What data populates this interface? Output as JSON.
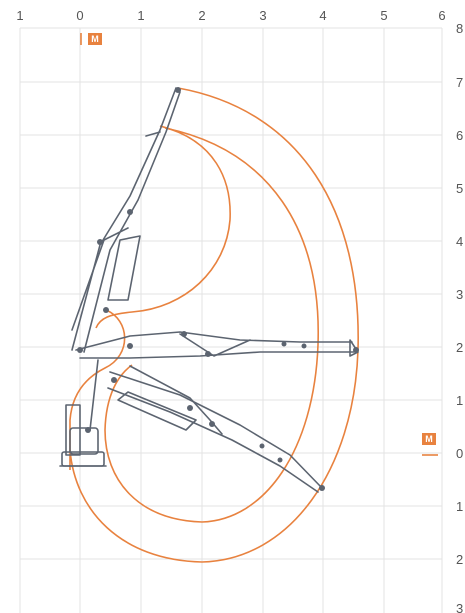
{
  "colors": {
    "grid": "#e3e3e3",
    "curve": "#e8823f",
    "crane": "#5c6470",
    "badge": "#e8823f"
  },
  "x_ticks": [
    "1",
    "0",
    "1",
    "2",
    "3",
    "4",
    "5",
    "6"
  ],
  "y_ticks": [
    "8",
    "7",
    "6",
    "5",
    "4",
    "3",
    "2",
    "1",
    "0",
    "1",
    "2",
    "3"
  ],
  "markers": {
    "top_badge": "M",
    "right_badge": "M"
  }
}
